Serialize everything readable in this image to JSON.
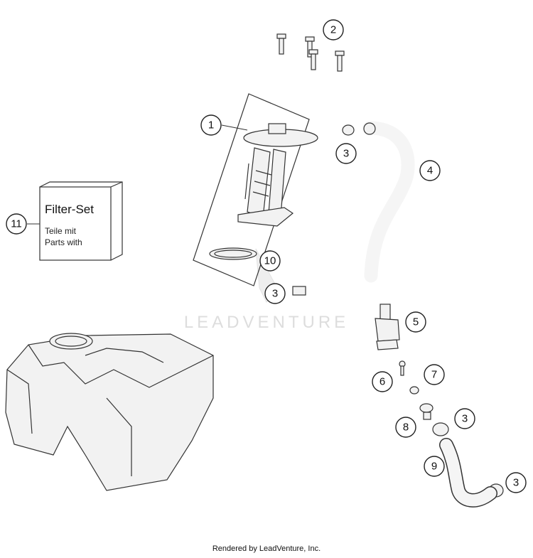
{
  "watermark": "LEADVENTURE",
  "footer": "Rendered by LeadVenture, Inc.",
  "filter_set": {
    "title": "Filter-Set",
    "line1": "Teile mit",
    "line2": "Parts with"
  },
  "callouts": [
    "1",
    "2",
    "3",
    "3",
    "3",
    "3",
    "4",
    "5",
    "6",
    "7",
    "8",
    "9",
    "10",
    "11"
  ]
}
